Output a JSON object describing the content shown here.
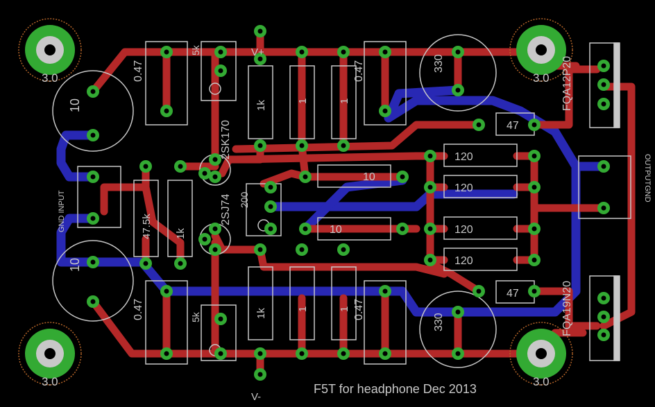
{
  "colors": {
    "background": "#000000",
    "top_trace": "#b42828",
    "bottom_trace": "#2828b4",
    "pad": "#33aa33",
    "silk": "#c8c8c8"
  },
  "footer_text": "F5T for headphone Dec 2013",
  "rail_labels": {
    "vplus": "V+",
    "vminus": "V-"
  },
  "mount_holes": [
    {
      "id": "top-left",
      "label": "3.0"
    },
    {
      "id": "top-right",
      "label": "3.0"
    },
    {
      "id": "bottom-left",
      "label": "3.0"
    },
    {
      "id": "bottom-right",
      "label": "3.0"
    }
  ],
  "connectors": {
    "input": "GND INPUT",
    "output": "OUTPUTGND"
  },
  "components": {
    "cap_input_top": "10",
    "cap_input_bottom": "10",
    "cap_047_top_left": "0.47",
    "cap_047_bottom_left": "0.47",
    "cap_047_top_right": "0.47",
    "cap_047_bottom_right": "0.47",
    "cap_330_top": "330",
    "cap_330_bottom": "330",
    "pot_5k_top": "5k",
    "pot_5k_bottom": "5k",
    "pot_200": "200",
    "jfet_top": "2SK170",
    "jfet_bottom": "2SJ74",
    "res_475k": "47.5k",
    "res_1k_mid": "1k",
    "res_1k_top": "1k",
    "res_1_top_a": "1",
    "res_1_top_b": "1",
    "res_1k_bottom": "1k",
    "res_1_bottom_a": "1",
    "res_1_bottom_b": "1",
    "res_10_upper": "10",
    "res_10_lower": "10",
    "res_120_1": "120",
    "res_120_2": "120",
    "res_120_3": "120",
    "res_120_4": "120",
    "res_47_top": "47",
    "res_47_bottom": "47",
    "mosfet_top": "FQA12P20",
    "mosfet_bottom": "FQA19N20"
  }
}
